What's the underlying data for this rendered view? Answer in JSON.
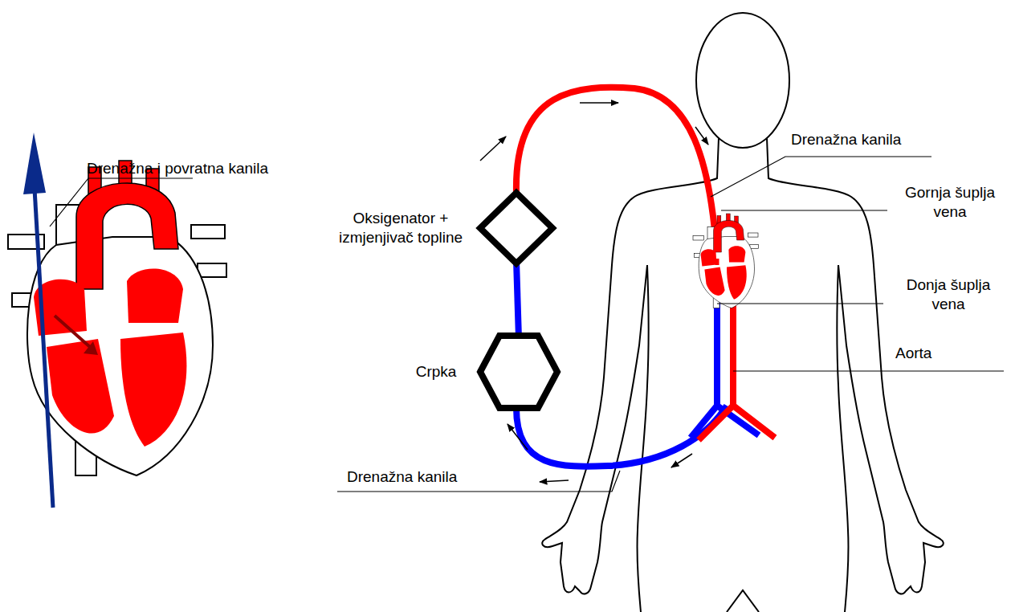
{
  "diagram": {
    "nodes": [
      {
        "text": [
          "Oksigenator + izmjenjivač topline"
        ]
      },
      {
        "text": [
          "Crpka"
        ]
      }
    ],
    "edges": [
      {
        "from": 1,
        "to": 0,
        "arrow": "none"
      }
    ],
    "labels": [
      "Drenažna i povratna kanila",
      "Drenažna kanila",
      "Gornja šuplja vena",
      "Donja šuplja vena",
      "Aorta",
      "Drenažna kanila"
    ]
  }
}
